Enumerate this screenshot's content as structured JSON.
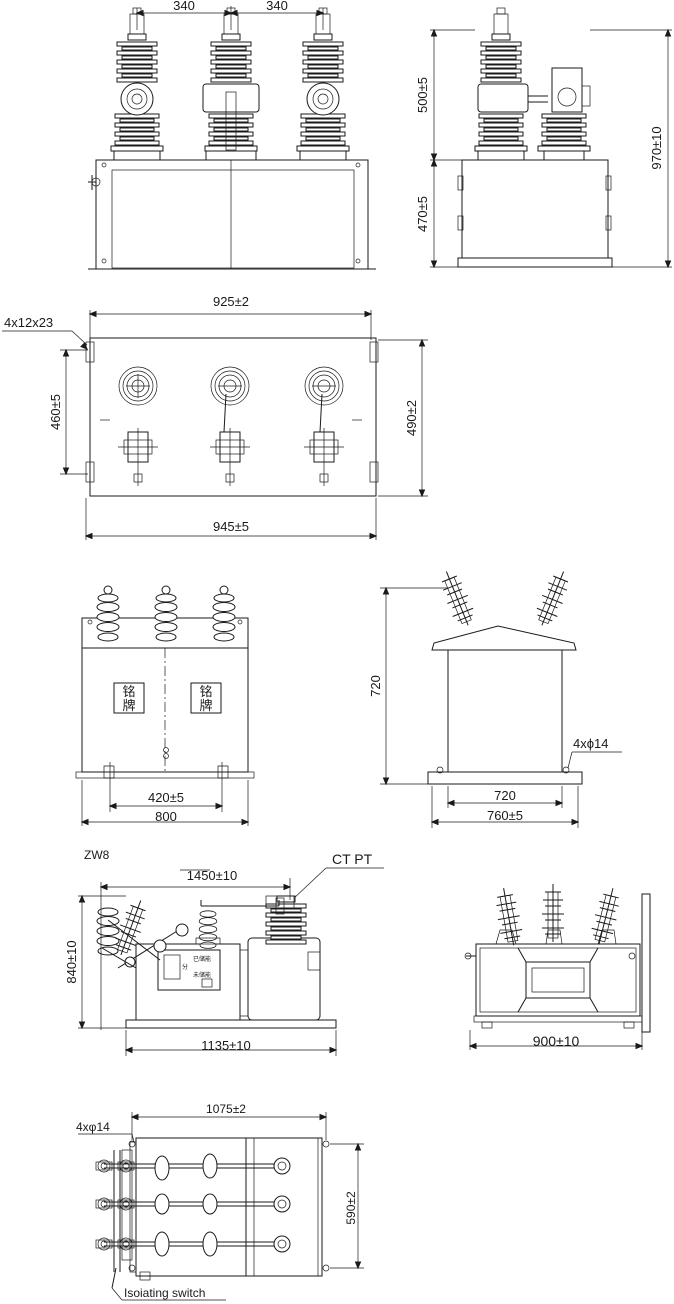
{
  "view1_front": {
    "dim_left": "340",
    "dim_right": "340"
  },
  "view1_side": {
    "dim_upper": "500±5",
    "dim_lower": "470±5",
    "dim_total": "970±10"
  },
  "view2_top": {
    "dim_width": "925±2",
    "dim_outer": "945±5",
    "dim_holes": "4x12x23",
    "dim_height_left": "460±5",
    "dim_height_right": "490±2"
  },
  "view3_front": {
    "nameplate_left": [
      "铭",
      "牌"
    ],
    "nameplate_right": [
      "铭",
      "牌"
    ],
    "dim_inner": "420±5",
    "dim_outer": "800"
  },
  "view3_side": {
    "dim_height": "720",
    "dim_holes": "4xϕ14",
    "dim_inner": "720",
    "dim_outer": "760±5"
  },
  "view4_side": {
    "model_label": "ZW8",
    "ct_pt_label": "CT PT",
    "dim_top": "1450±10",
    "dim_height": "840±10",
    "dim_bottom": "1135±10",
    "panel_line1": "已储能",
    "panel_line2": "分",
    "panel_line3": "未储能"
  },
  "view4_front": {
    "dim_width": "900±10"
  },
  "view5_top": {
    "dim_holes": "4xφ14",
    "dim_width": "1075±2",
    "dim_height": "590±2",
    "switch_label": "Isoiating switch"
  }
}
